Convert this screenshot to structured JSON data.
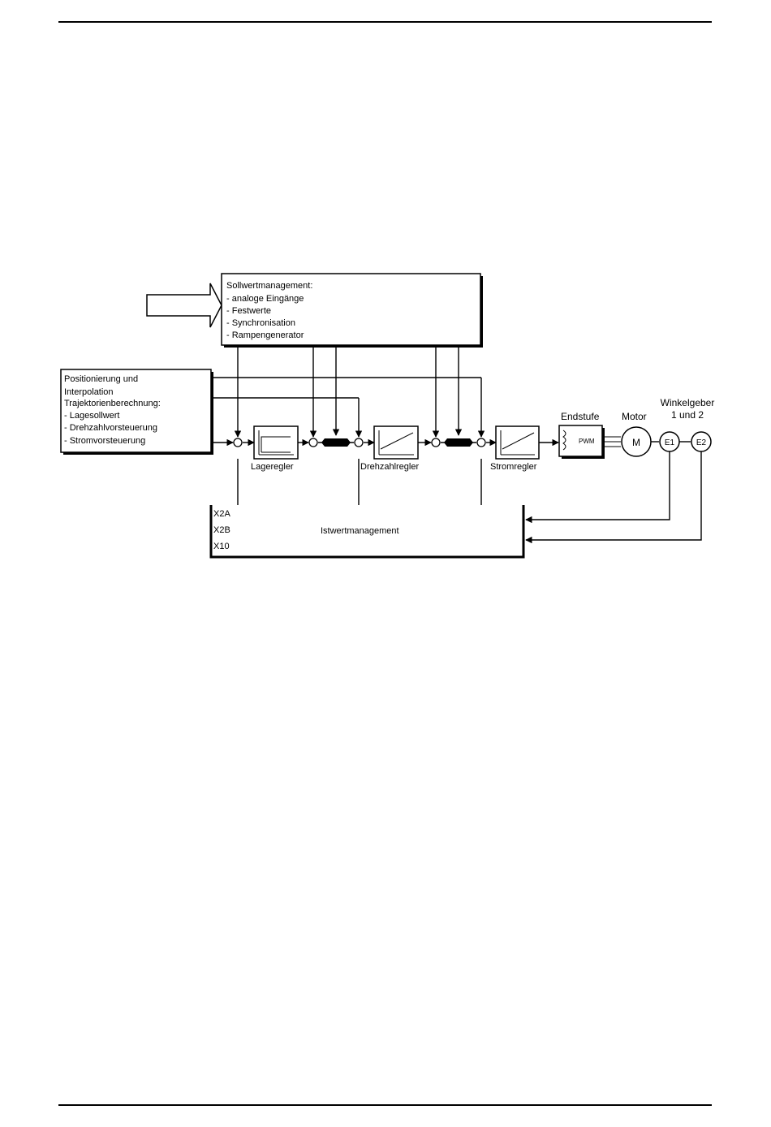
{
  "setpoint_management": {
    "title": "Sollwertmanagement:",
    "items": [
      "- analoge Eingänge",
      "- Festwerte",
      "- Synchronisation",
      "- Rampengenerator"
    ]
  },
  "positioning": {
    "lines": [
      "Positionierung und",
      "Interpolation",
      "Trajektorienberechnung:",
      "- Lagesollwert",
      "- Drehzahlvorsteuerung",
      "- Stromvorsteuerung"
    ]
  },
  "controllers": {
    "position": "Lageregler",
    "speed": "Drehzahlregler",
    "current": "Stromregler"
  },
  "output_stage": {
    "label": "Endstufe",
    "pwm": "PWM"
  },
  "motor": {
    "label": "Motor",
    "symbol": "M"
  },
  "encoder": {
    "label_line1": "Winkelgeber",
    "label_line2": "1 und 2",
    "e1": "E1",
    "e2": "E2"
  },
  "actual_value_management": {
    "label": "Istwertmanagement",
    "ports": [
      "X2A",
      "X2B",
      "X10"
    ]
  }
}
